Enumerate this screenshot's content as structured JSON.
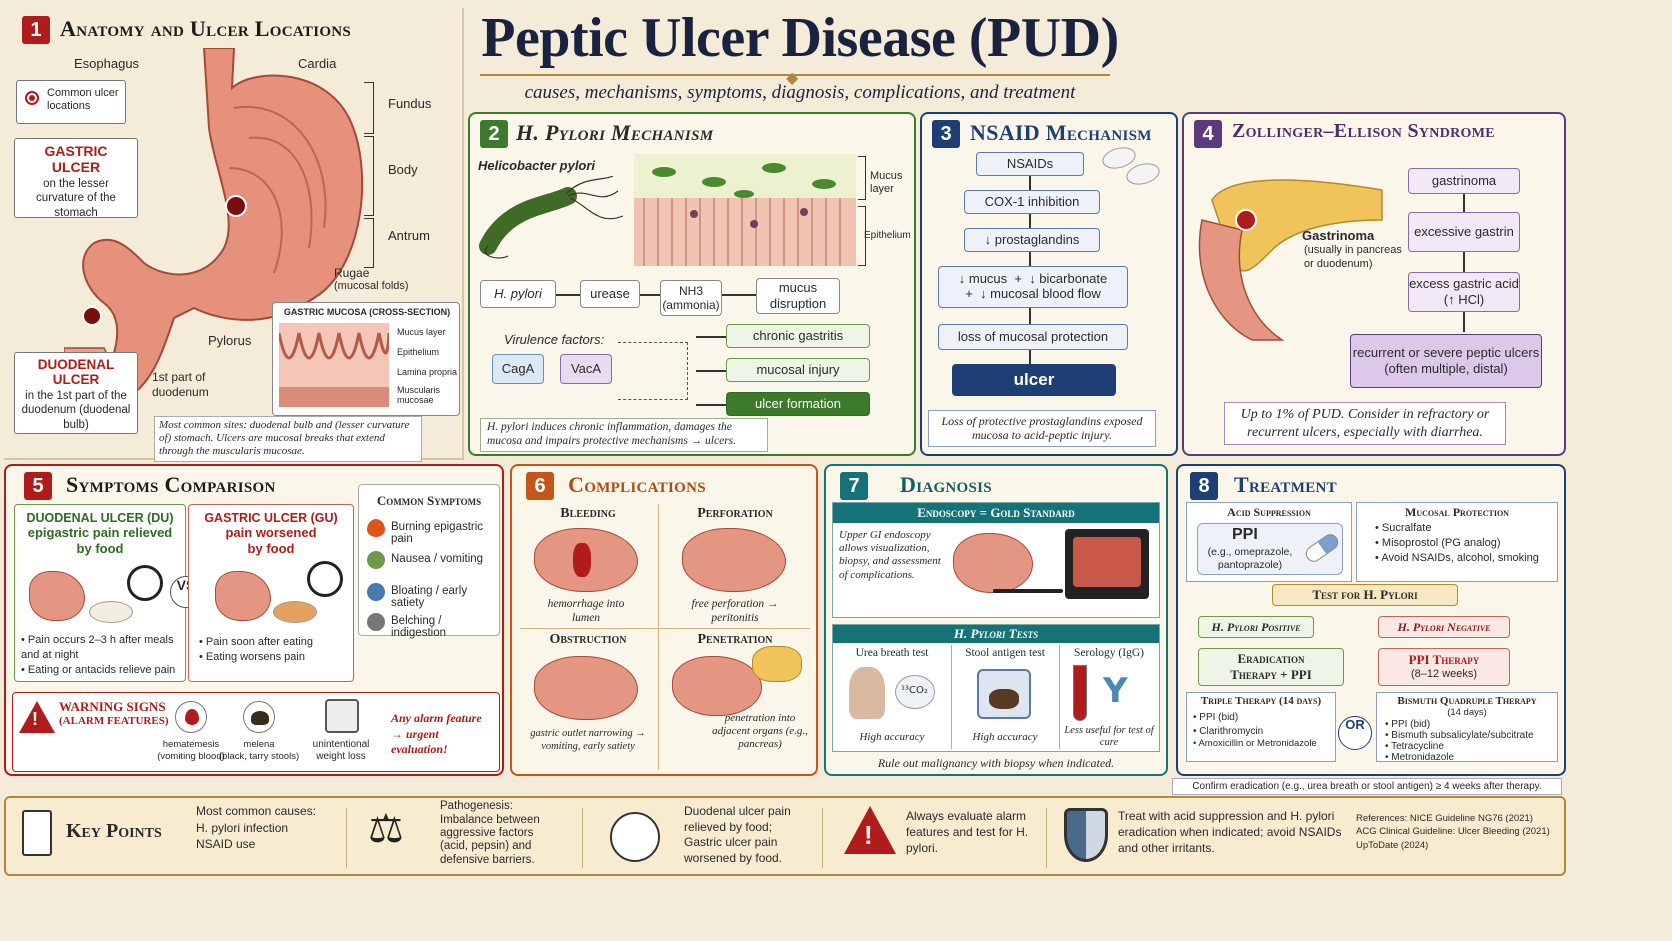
{
  "header": {
    "title": "Peptic Ulcer Disease (PUD)",
    "subtitle": "causes, mechanisms, symptoms, diagnosis, complications, and treatment"
  },
  "p1": {
    "num": "1",
    "title": "Anatomy and Ulcer Locations",
    "legend": "Common ulcer locations",
    "labels": {
      "esophagus": "Esophagus",
      "cardia": "Cardia",
      "fundus": "Fundus",
      "body": "Body",
      "antrum": "Antrum",
      "rugae": "Rugae",
      "rugae_sub": "(mucosal folds)",
      "pylorus": "Pylorus",
      "duodenum": "1st part of duodenum"
    },
    "gastric": {
      "title": "GASTRIC ULCER",
      "text": "on the lesser curvature of the stomach"
    },
    "duodenal": {
      "title": "DUODENAL ULCER",
      "text": "in the 1st part of the duodenum (duodenal bulb)"
    },
    "mucosa": {
      "title": "GASTRIC MUCOSA (CROSS-SECTION)",
      "layers": [
        "Mucus layer",
        "Epithelium",
        "Lamina propria",
        "Muscularis mucosae"
      ]
    },
    "note": "Most common sites: duodenal bulb and (lesser curvature of) stomach. Ulcers are mucosal breaks that extend through the muscularis mucosae."
  },
  "p2": {
    "num": "2",
    "title": "H. Pylori Mechanism",
    "bacterium": "Helicobacter pylori",
    "mucus": "Mucus layer",
    "epi": "Epithelium",
    "flow": [
      "H. pylori",
      "urease",
      "NH3 (ammonia)",
      "mucus disruption"
    ],
    "virulence": "Virulence factors:",
    "cagA": "CagA",
    "vacA": "VacA",
    "outcomes": [
      "chronic gastritis",
      "mucosal injury",
      "ulcer formation"
    ],
    "note": "H. pylori induces chronic inflammation, damages the mucosa and impairs protective mechanisms → ulcers."
  },
  "p3": {
    "num": "3",
    "title": "NSAID Mechanism",
    "steps": [
      "NSAIDs",
      "COX-1 inhibition",
      "↓ prostaglandins",
      "↓ mucus  +  ↓ bicarbonate",
      "+  ↓ mucosal blood flow",
      "loss of mucosal protection",
      "ulcer"
    ],
    "note": "Loss of protective prostaglandins exposed mucosa to acid-peptic injury."
  },
  "p4": {
    "num": "4",
    "title": "Zollinger–Ellison Syndrome",
    "gastrinoma_label": "Gastrinoma",
    "gastrinoma_sub": "(usually in pancreas or duodenum)",
    "steps": [
      "gastrinoma",
      "excessive gastrin",
      "excess gastric acid (↑ HCl)",
      "recurrent or severe peptic ulcers (often multiple, distal)"
    ],
    "note": "Up to 1% of PUD. Consider in refractory or recurrent ulcers, especially with diarrhea."
  },
  "p5": {
    "num": "5",
    "title": "Symptoms Comparison",
    "du": {
      "title": "DUODENAL ULCER (DU)",
      "sub": "epigastric pain relieved by food",
      "bullets": [
        "Pain occurs 2–3 h after meals and at night",
        "Eating or antacids relieve pain"
      ]
    },
    "vs": "VS",
    "gu": {
      "title": "GASTRIC ULCER (GU)",
      "sub": "pain worsened by food",
      "bullets": [
        "Pain soon after eating",
        "Eating worsens pain"
      ]
    },
    "common": {
      "title": "Common Symptoms",
      "items": [
        "Burning epigastric pain",
        "Nausea / vomiting",
        "Bloating / early satiety",
        "Belching / indigestion"
      ]
    },
    "warning": {
      "title": "WARNING SIGNS",
      "sub": "(ALARM FEATURES)",
      "items": [
        {
          "t": "hematemesis",
          "s": "(vomiting blood)"
        },
        {
          "t": "melena",
          "s": "(black, tarry stools)"
        },
        {
          "t": "unintentional",
          "s": "weight loss"
        }
      ],
      "note": "Any alarm feature → urgent evaluation!"
    }
  },
  "p6": {
    "num": "6",
    "title": "Complications",
    "items": [
      {
        "t": "Bleeding",
        "c": "hemorrhage into lumen"
      },
      {
        "t": "Perforation",
        "c": "free perforation → peritonitis"
      },
      {
        "t": "Obstruction",
        "c": "gastric outlet narrowing → vomiting, early satiety"
      },
      {
        "t": "Penetration",
        "c": "penetration into adjacent organs (e.g., pancreas)"
      }
    ]
  },
  "p7": {
    "num": "7",
    "title": "Diagnosis",
    "endo": "Endoscopy = Gold Standard",
    "endo_text": "Upper GI endoscopy allows visualization, biopsy, and assessment of complications.",
    "tests_title": "H. Pylori Tests",
    "tests": [
      {
        "t": "Urea breath test",
        "c": "High accuracy"
      },
      {
        "t": "Stool antigen test",
        "c": "High accuracy"
      },
      {
        "t": "Serology (IgG)",
        "c": "Less useful for test of cure"
      }
    ],
    "co2": "¹³CO₂",
    "note": "Rule out malignancy with biopsy when indicated."
  },
  "p8": {
    "num": "8",
    "title": "Treatment",
    "acid": {
      "t": "Acid Suppression",
      "ppi": "PPI",
      "ppi_sub": "(e.g., omeprazole, pantoprazole)"
    },
    "mucosal": {
      "t": "Mucosal Protection",
      "items": [
        "Sucralfate",
        "Misoprostol (PG analog)",
        "Avoid NSAIDs, alcohol, smoking"
      ]
    },
    "test": "Test for H. Pylori",
    "pos": "H. Pylori Positive",
    "neg": "H. Pylori Negative",
    "erad": "Eradication Therapy + PPI",
    "ppi_therapy": "PPI Therapy",
    "ppi_weeks": "(8–12 weeks)",
    "triple": {
      "t": "Triple Therapy (14 days)",
      "items": [
        "PPI (bid)",
        "Clarithromycin",
        "Amoxicillin or Metronidazole"
      ]
    },
    "or": "OR",
    "bismuth": {
      "t": "Bismuth Quadruple Therapy",
      "sub": "(14 days)",
      "items": [
        "PPI (bid)",
        "Bismuth subsalicylate/subcitrate",
        "Tetracycline",
        "Metronidazole"
      ]
    },
    "note": "Confirm eradication (e.g., urea breath or stool antigen) ≥ 4 weeks after therapy."
  },
  "key": {
    "title": "Key Points",
    "points": [
      {
        "h": "Most common causes:",
        "t": "H. pylori infection NSAID use"
      },
      {
        "h": "Pathogenesis:",
        "t": "Imbalance between aggressive factors (acid, pepsin) and defensive barriers."
      },
      {
        "h": "",
        "t": "Duodenal ulcer pain relieved by food; Gastric ulcer pain worsened by food."
      },
      {
        "h": "",
        "t": "Always evaluate alarm features and test for H. pylori."
      },
      {
        "h": "",
        "t": "Treat with acid suppression and H. pylori eradication when indicated; avoid NSAIDs and other irritants."
      }
    ],
    "refs": [
      "References:  NICE Guideline NG76 (2021)",
      "ACG Clinical Guideline: Ulcer Bleeding (2021)",
      "UpToDate (2024)"
    ]
  },
  "colors": {
    "red": "#b01b1b",
    "green": "#3e7a2c",
    "blue": "#1d3f73",
    "purple": "#5b3a7e",
    "orange": "#c4561a",
    "teal": "#157378",
    "stomach": "#e08a78"
  }
}
